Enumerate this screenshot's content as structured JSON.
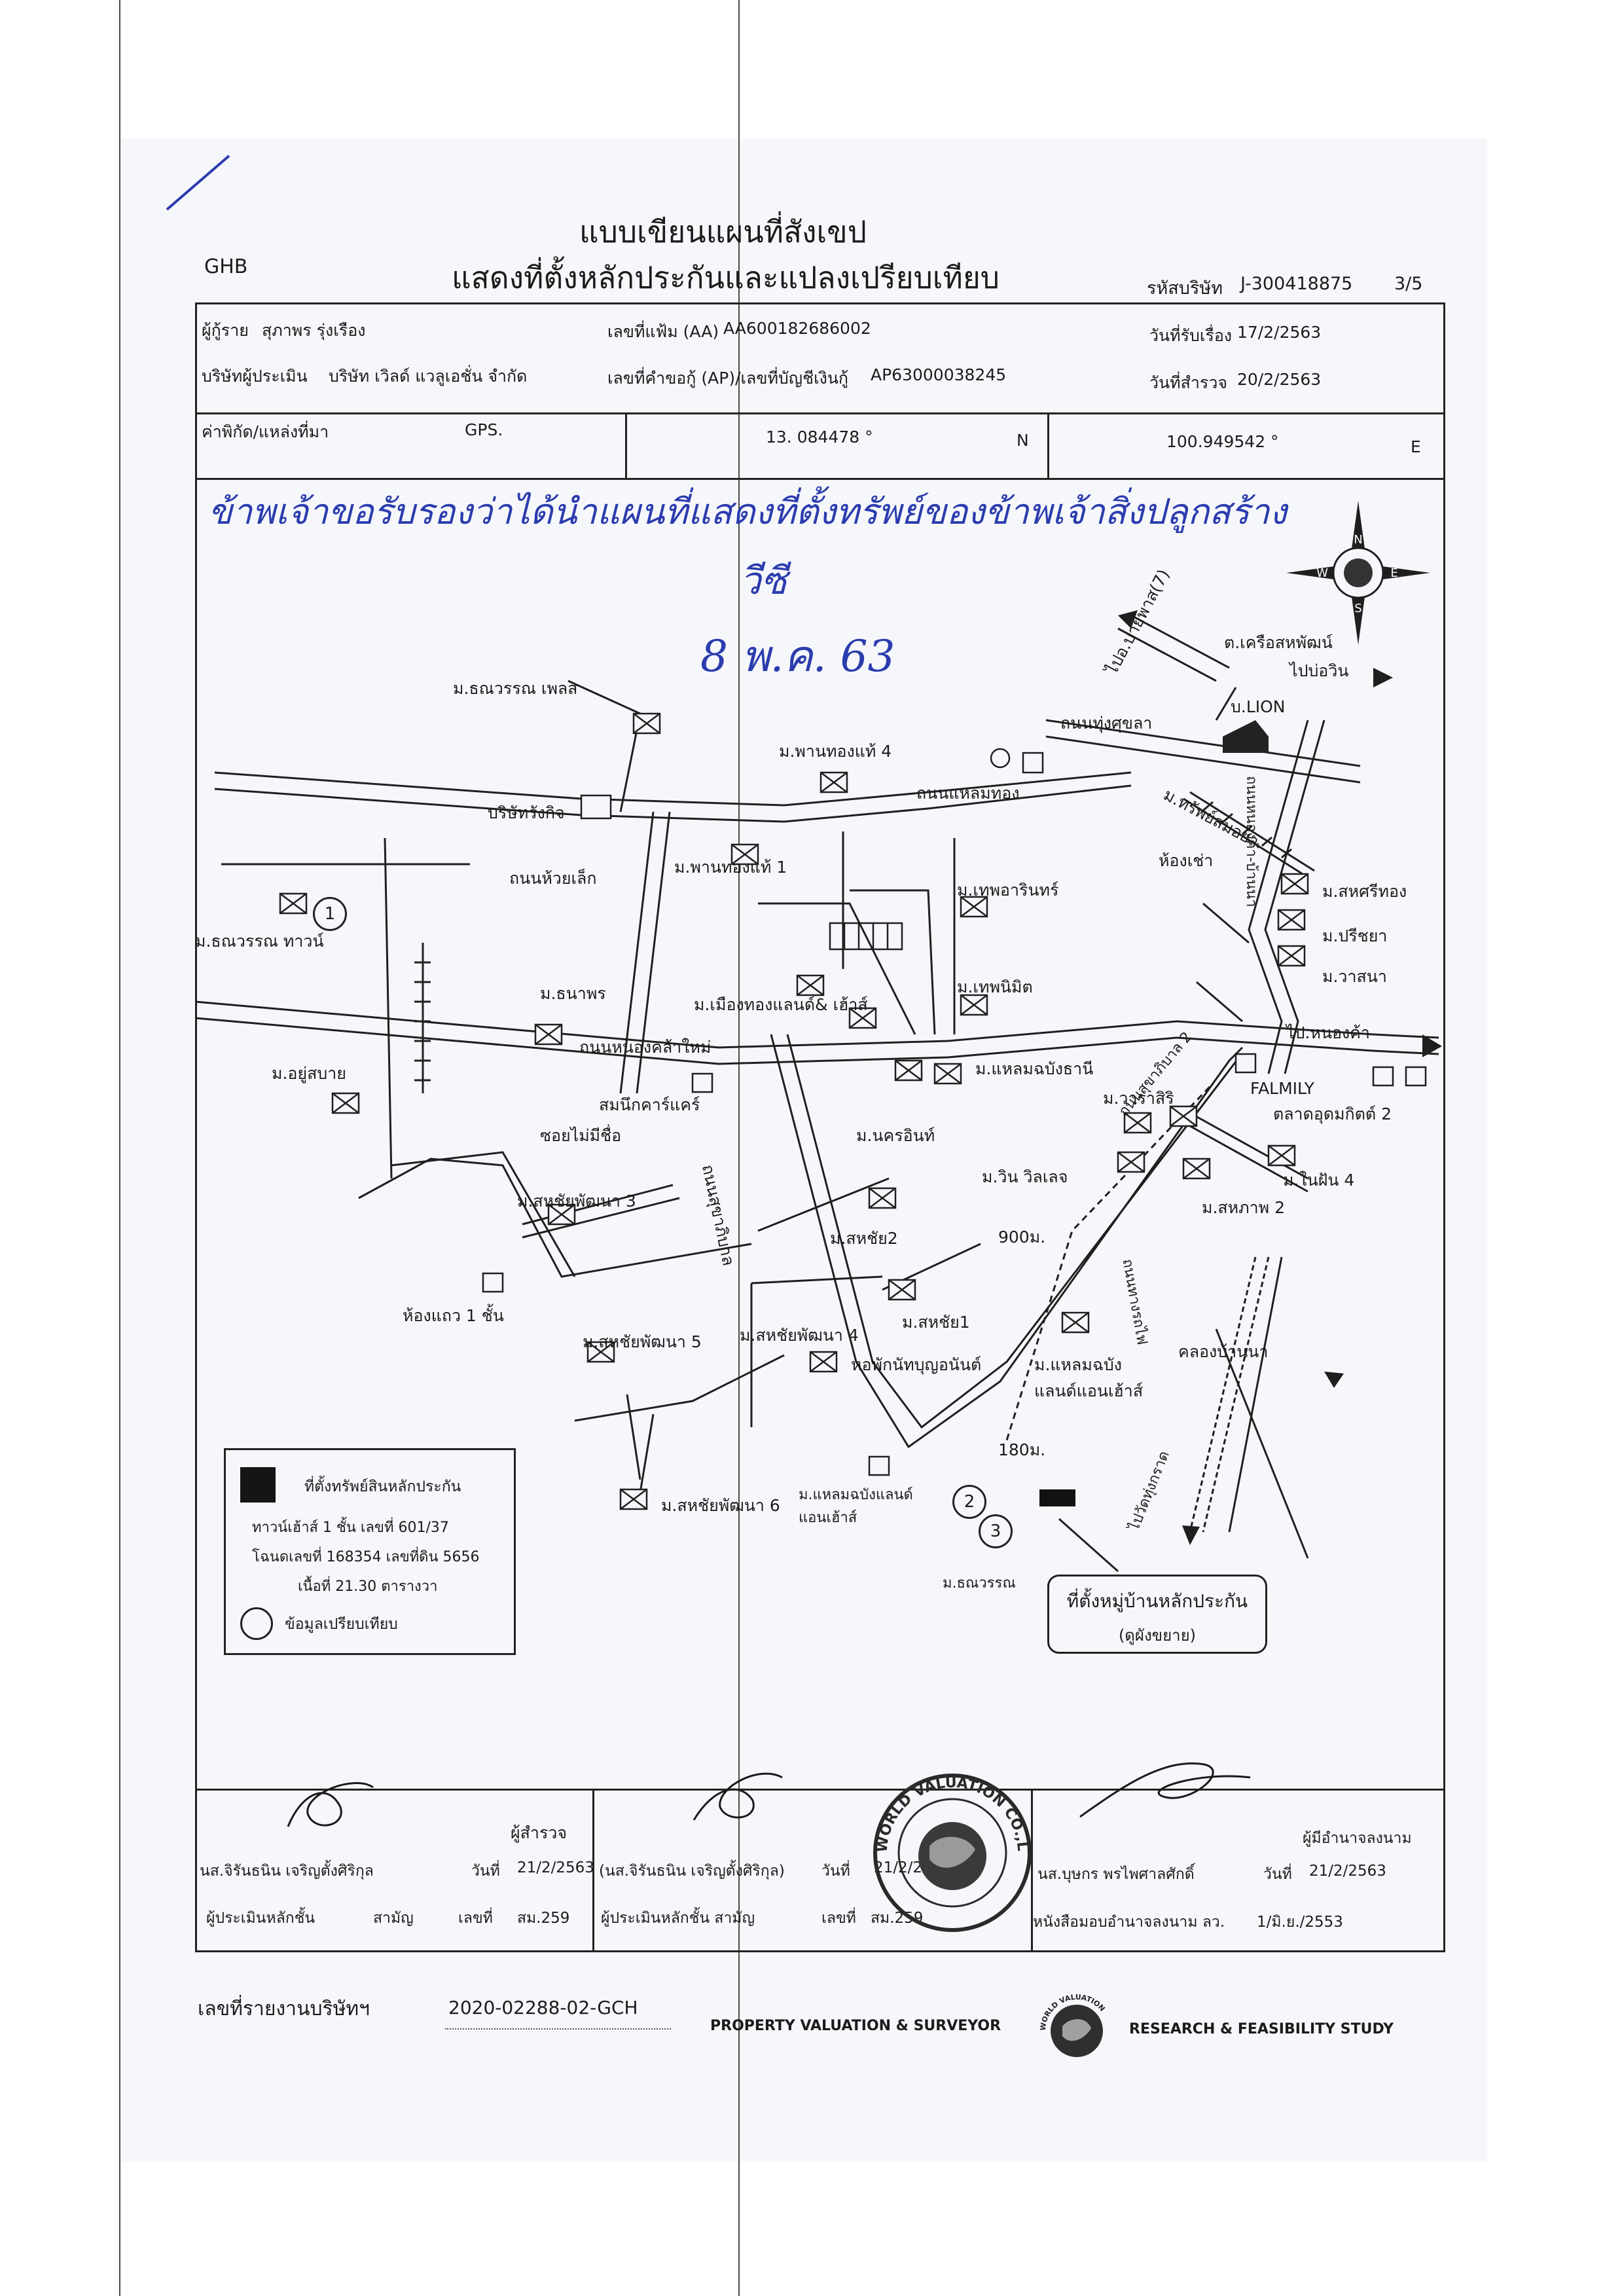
{
  "header": {
    "title_line1": "แบบเขียนแผนที่สังเขป",
    "title_line2": "แสดงที่ตั้งหลักประกันและแปลงเปรียบเทียบ",
    "org": "GHB",
    "company_code_label": "รหัสบริษัท",
    "company_code": "J-300418875",
    "page": "3/5"
  },
  "info": {
    "borrower_label": "ผู้กู้ราย",
    "borrower": "สุภาพร  รุ่งเรือง",
    "file_no_label": "เลขที่แฟ้ม (AA)",
    "file_no": "AA600182686002",
    "received_label": "วันที่รับเรื่อง",
    "received": "17/2/2563",
    "appraiser_company_label": "บริษัทผู้ประเมิน",
    "appraiser_company": "บริษัท เวิลด์ แวลูเอชั่น  จำกัด",
    "request_no_label": "เลขที่คำขอกู้ (AP)/เลขที่บัญชีเงินกู้",
    "request_no": "AP63000038245",
    "survey_date_label": "วันที่สำรวจ",
    "survey_date": "20/2/2563",
    "coord_label": "ค่าพิกัด/แหล่งที่มา",
    "coord_source": "GPS.",
    "lat": "13. 084478 °",
    "lat_dir": "N",
    "lon": "100.949542 °",
    "lon_dir": "E"
  },
  "handwriting": {
    "line1": "ข้าพเจ้าขอรับรองว่าได้นำแผนที่แสดงที่ตั้งทรัพย์ของข้าพเจ้าสิ่งปลูกสร้าง",
    "initials": "วีซี",
    "date": "8 พ.ค. 63"
  },
  "map": {
    "labels": [
      "ไปอ.บายพาส(7)",
      "ต.เครือสหพัฒน์",
      "ไปบ่อวิน",
      "บ.LION",
      "ถนนทุ่งศุขลา",
      "ม.ธณวรรณ เพลส",
      "ม.พานทองแท้ 4",
      "ถนนแหลมทอง",
      "บริษัทรังกิจ",
      "ม.ทรัพย์สมอยา",
      "ห้องเช่า",
      "ถนนหนองค้า-บ้านนา",
      "ม.พานทองแท้ 1",
      "ถนนห้วยเล็ก",
      "ม.สหศรีทอง",
      "ม.เทพอารินทร์",
      "ม.ปรีชยา",
      "ม.ธณวรรณ ทาวน์",
      "ม.วาสนา",
      "ม.ธนาพร",
      "ม.เมืองทองแลนด์& เฮ้าส์",
      "ม.เทพนิมิต",
      "ไป.หนองค้า",
      "ถนนหนองคล้าใหม่",
      "ม.อยู่สบาย",
      "ม.แหลมฉบังธานี",
      "FALMILY",
      "สมนึกคาร์แคร์",
      "ม.วาราสิริ",
      "ตลาดอุดมกิตต์ 2",
      "ซอยไม่มีชื่อ",
      "ม.นครอินท์",
      "ถนนสุขาภิบาล",
      "ม.วิน วิลเลจ",
      "ม.ในฝัน 4",
      "ม.สหภาพ 2",
      "ม.สหชัยพัฒนา 3",
      "ม.สหชัย2",
      "900ม.",
      "ห้องแถว 1 ชั้น",
      "ม.สหชัย1",
      "ถนนทางรถไฟ",
      "ม.สหชัยพัฒนา 5",
      "ม.สหชัยพัฒนา 4",
      "หอพักนัทบุญอนันต์",
      "ม.แหลมฉบังแลนด์แอนเฮ้าส์",
      "คลองบ้านนา",
      "180ม.",
      "ม.แหลมฉบังแลนด์แอนเฮ้าส์",
      "ม.สหชัยพัฒนา 6",
      "ไปวัดทุ่งกราด",
      "ม.ธณวรรณ",
      "ถนนสุขาภิบาล 2",
      "1",
      "2",
      "3"
    ],
    "callout_title": "ที่ตั้งหมู่บ้านหลักประกัน",
    "callout_sub": "(ดูผังขยาย)",
    "compass": [
      "N",
      "W",
      "E",
      "S"
    ]
  },
  "legend": {
    "subject_label": "ที่ตั้งทรัพย์สินหลักประกัน",
    "subject_desc1": "ทาวน์เฮ้าส์ 1 ชั้น เลขที่ 601/37",
    "subject_desc2": "โฉนดเลขที่ 168354 เลขที่ดิน 5656",
    "subject_desc3": "เนื้อที่ 21.30 ตารางวา",
    "comparable_label": "ข้อมูลเปรียบเทียบ"
  },
  "signatures": {
    "surveyor_role": "ผู้สำรวจ",
    "surveyor_name": "นส.จิรันธนิน เจริญตั้งศิริกุล",
    "surveyor_date_label": "วันที่",
    "surveyor_date": "21/2/2563",
    "surveyor_level_label": "ผู้ประเมินหลักชั้น",
    "surveyor_level": "สามัญ",
    "surveyor_no_label": "เลขที่",
    "surveyor_no": "สม.259",
    "appraiser_name": "(นส.จิรันธนิน  เจริญตั้งศิริกุล)",
    "appraiser_date_label": "วันที่",
    "appraiser_date": "21/2/2563",
    "appraiser_level_label": "ผู้ประเมินหลักชั้น สามัญ",
    "appraiser_no_label": "เลขที่",
    "appraiser_no": "สม.259",
    "signer_role": "ผู้มีอำนาจลงนาม",
    "signer_name": "นส.บุษกร  พรไพศาลศักดิ์",
    "signer_date_label": "วันที่",
    "signer_date": "21/2/2563",
    "authority_label": "หนังสือมอบอำนาจลงนาม ลว.",
    "authority_date": "1/มิ.ย./2553",
    "stamp_text": "WORLD VALUATION CO.,LTD."
  },
  "footer": {
    "report_no_label": "เลขที่รายงานบริษัทฯ",
    "report_no": "2020-02288-02-GCH",
    "left_service": "PROPERTY VALUATION  &  SURVEYOR",
    "right_service": "RESEARCH  &  FEASIBILITY STUDY",
    "logo_text": "WORLD VALUATION"
  }
}
